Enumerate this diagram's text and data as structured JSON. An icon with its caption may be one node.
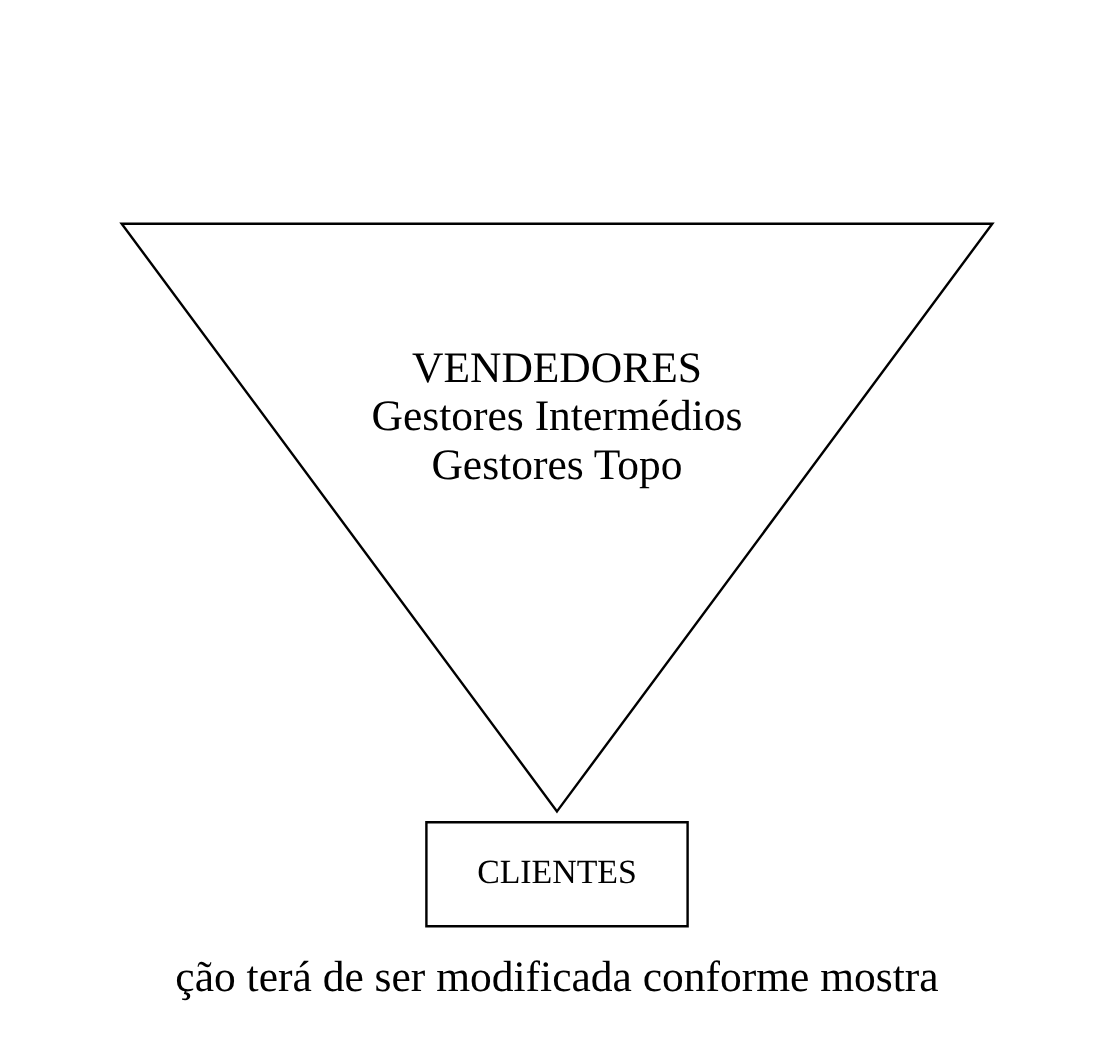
{
  "diagram": {
    "nodes": [
      {
        "text": [
          "CLIENTES"
        ]
      },
      {
        "text": [
          "VENDEDORES",
          "Gestores Intermédios",
          "Gestores Topo"
        ]
      }
    ],
    "edges": [],
    "labels": [
      "ção terá de ser modificada conforme mostra"
    ]
  }
}
